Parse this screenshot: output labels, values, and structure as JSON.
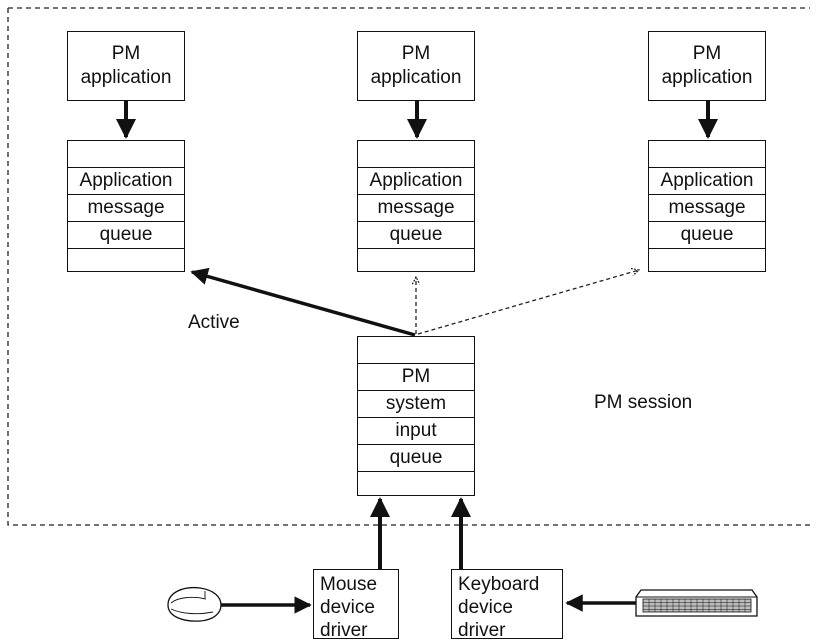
{
  "applications": [
    {
      "line1": "PM",
      "line2": "application"
    },
    {
      "line1": "PM",
      "line2": "application"
    },
    {
      "line1": "PM",
      "line2": "application"
    }
  ],
  "app_queue_lines": [
    "Application",
    "message",
    "queue"
  ],
  "system_queue_lines": [
    "PM",
    "system",
    "input",
    "queue"
  ],
  "active_label": "Active",
  "session_label": "PM session",
  "mouse_driver": {
    "line1": "Mouse",
    "line2": "device",
    "line3": "driver"
  },
  "keyboard_driver": {
    "line1": "Keyboard",
    "line2": "device",
    "line3": "driver"
  },
  "icons": [
    "mouse-icon",
    "keyboard-icon"
  ]
}
